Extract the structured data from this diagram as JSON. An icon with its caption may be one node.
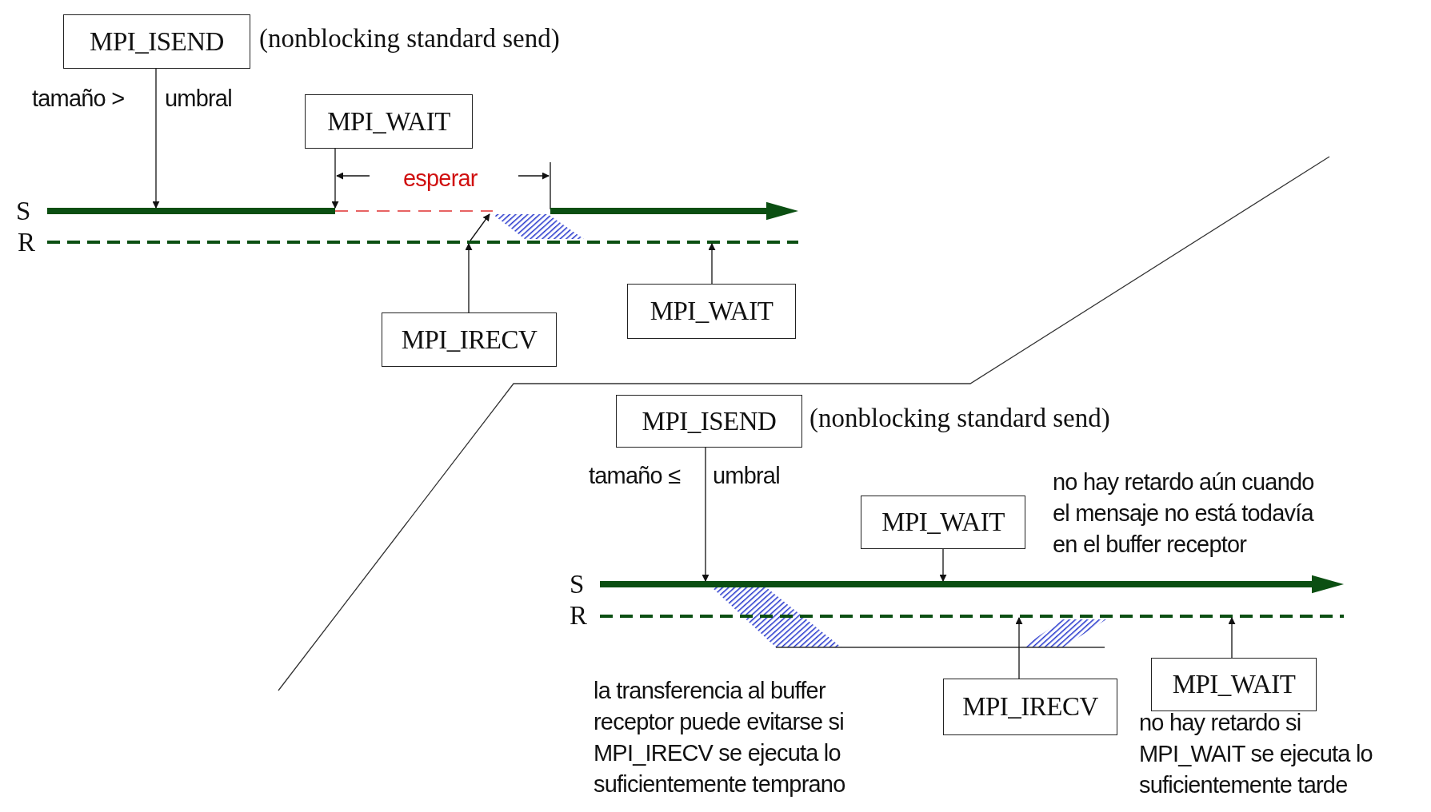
{
  "diagram": {
    "nodes": [
      {
        "text": [
          "MPI_ISEND"
        ],
        "beside": [
          "(nonblocking standard send)"
        ]
      },
      {
        "text": [
          "MPI_WAIT"
        ]
      },
      {
        "text": [
          "MPI_IRECV"
        ]
      },
      {
        "text": [
          "MPI_WAIT"
        ]
      },
      {
        "text": [
          "MPI_ISEND"
        ],
        "beside": [
          "(nonblocking standard send)"
        ]
      },
      {
        "text": [
          "MPI_WAIT"
        ]
      },
      {
        "text": [
          "MPI_IRECV"
        ]
      },
      {
        "text": [
          "MPI_WAIT"
        ]
      },
      {
        "text": [],
        "shape": "line"
      },
      {
        "text": [],
        "shape": "line"
      },
      {
        "text": [],
        "shape": "line"
      },
      {
        "text": [],
        "shape": "line"
      }
    ],
    "edges": [
      {
        "from": 0,
        "to": 8,
        "arrow": "to"
      },
      {
        "from": 1,
        "to": 8,
        "arrow": "to"
      },
      {
        "from": 2,
        "to": 9,
        "arrow": "to"
      },
      {
        "from": 3,
        "to": 9,
        "arrow": "to"
      },
      {
        "from": 4,
        "to": 10,
        "arrow": "to"
      },
      {
        "from": 5,
        "to": 10,
        "arrow": "to"
      },
      {
        "from": 6,
        "to": 11,
        "arrow": "to"
      },
      {
        "from": 7,
        "to": 11,
        "arrow": "to"
      },
      {
        "from": 9,
        "to": 8,
        "arrow": "to"
      }
    ],
    "labels": [
      "tamaño >",
      "umbral",
      "S",
      "R",
      "esperar",
      "tamaño ≤",
      "umbral",
      "S",
      "R",
      "no hay retardo aún cuando el mensaje no está todavía en el buffer receptor",
      "la transferencia al buffer receptor puede evitarse si MPI_IRECV se ejecuta lo suficientemente temprano",
      "no hay retardo si MPI_WAIT se ejecuta lo suficientemente tarde"
    ]
  }
}
